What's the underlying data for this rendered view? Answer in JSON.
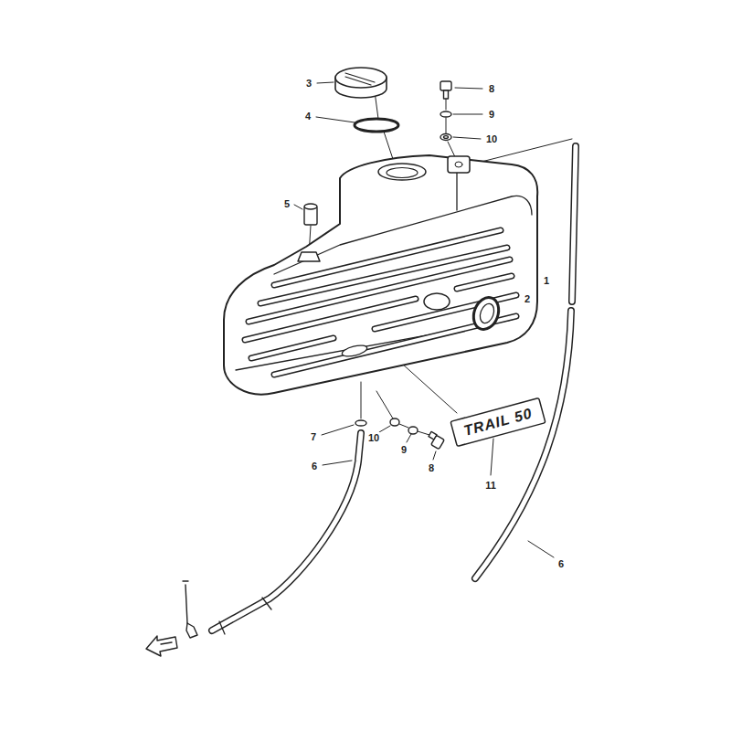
{
  "diagram": {
    "labels": [
      "3",
      "8",
      "9",
      "4",
      "10",
      "5",
      "1",
      "2",
      "TRAIL 50",
      "7",
      "10",
      "9",
      "6",
      "8",
      "11",
      "6"
    ]
  }
}
